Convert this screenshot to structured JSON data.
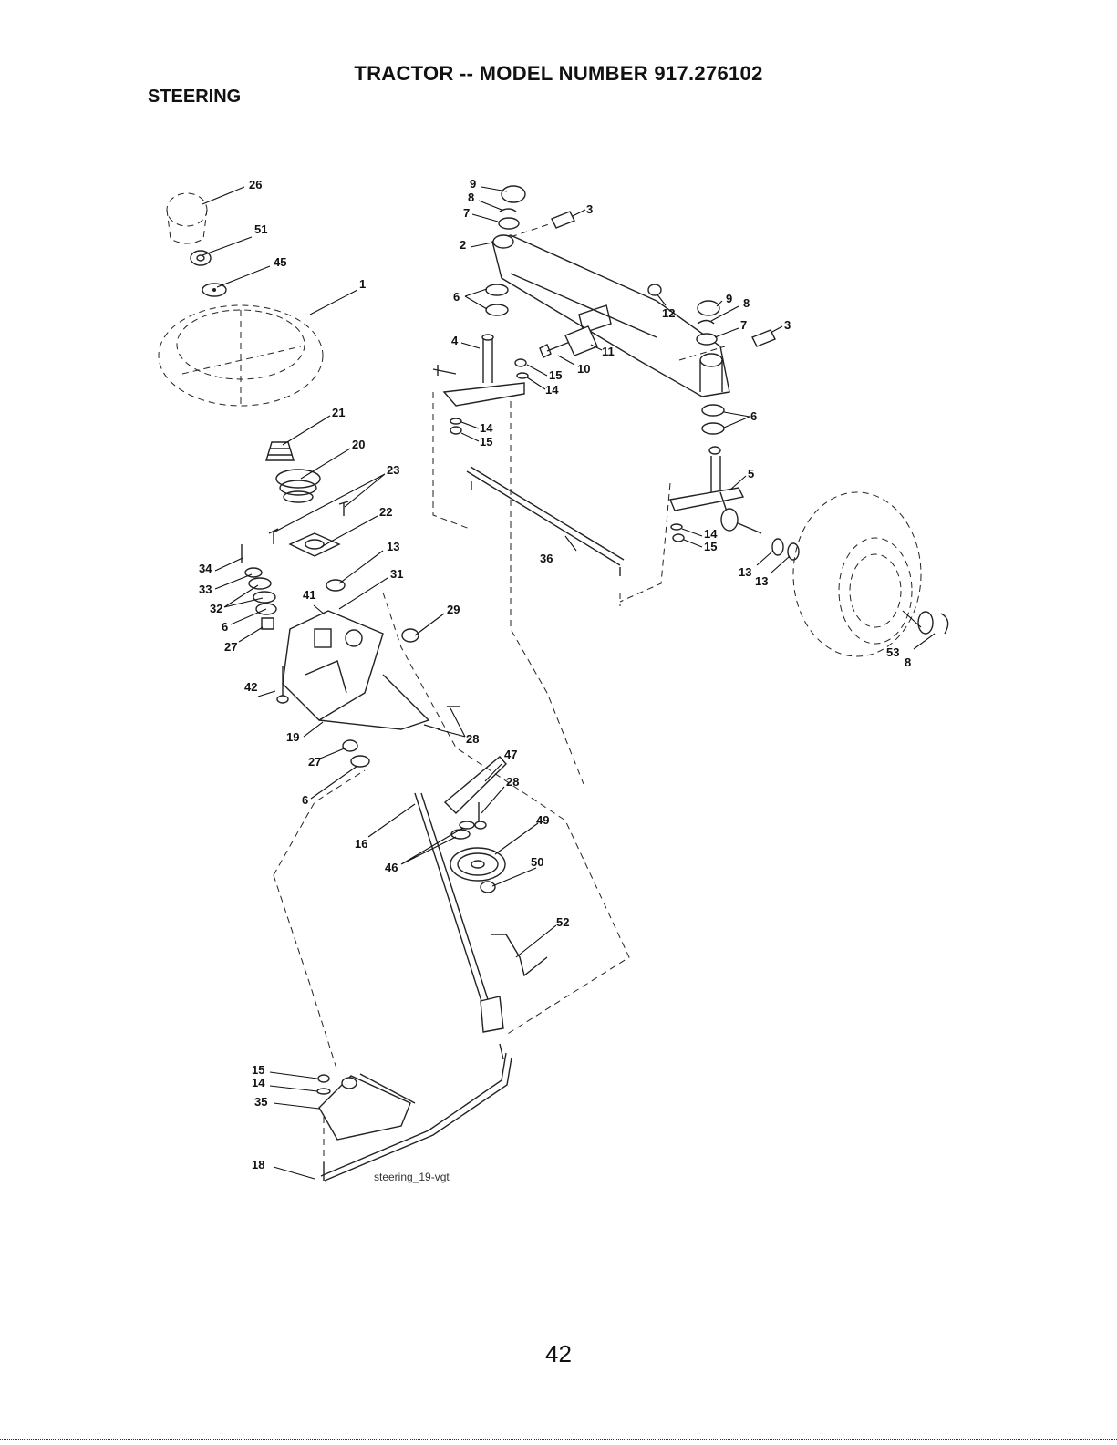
{
  "header": {
    "title": "TRACTOR -- MODEL NUMBER 917.276102",
    "section": "STEERING"
  },
  "diagram": {
    "caption": "steering_19-vgt",
    "callouts": [
      "26",
      "51",
      "45",
      "1",
      "21",
      "20",
      "23",
      "22",
      "34",
      "33",
      "32",
      "6",
      "27",
      "41",
      "13",
      "31",
      "29",
      "42",
      "19",
      "28",
      "27",
      "6",
      "16",
      "47",
      "28",
      "46",
      "49",
      "50",
      "52",
      "15",
      "14",
      "35",
      "18",
      "9",
      "8",
      "7",
      "3",
      "2",
      "6",
      "4",
      "15",
      "14",
      "14",
      "15",
      "12",
      "9",
      "8",
      "7",
      "3",
      "11",
      "10",
      "6",
      "5",
      "36",
      "14",
      "15",
      "13",
      "13",
      "53",
      "8"
    ]
  },
  "footer": {
    "page_number": "42"
  }
}
